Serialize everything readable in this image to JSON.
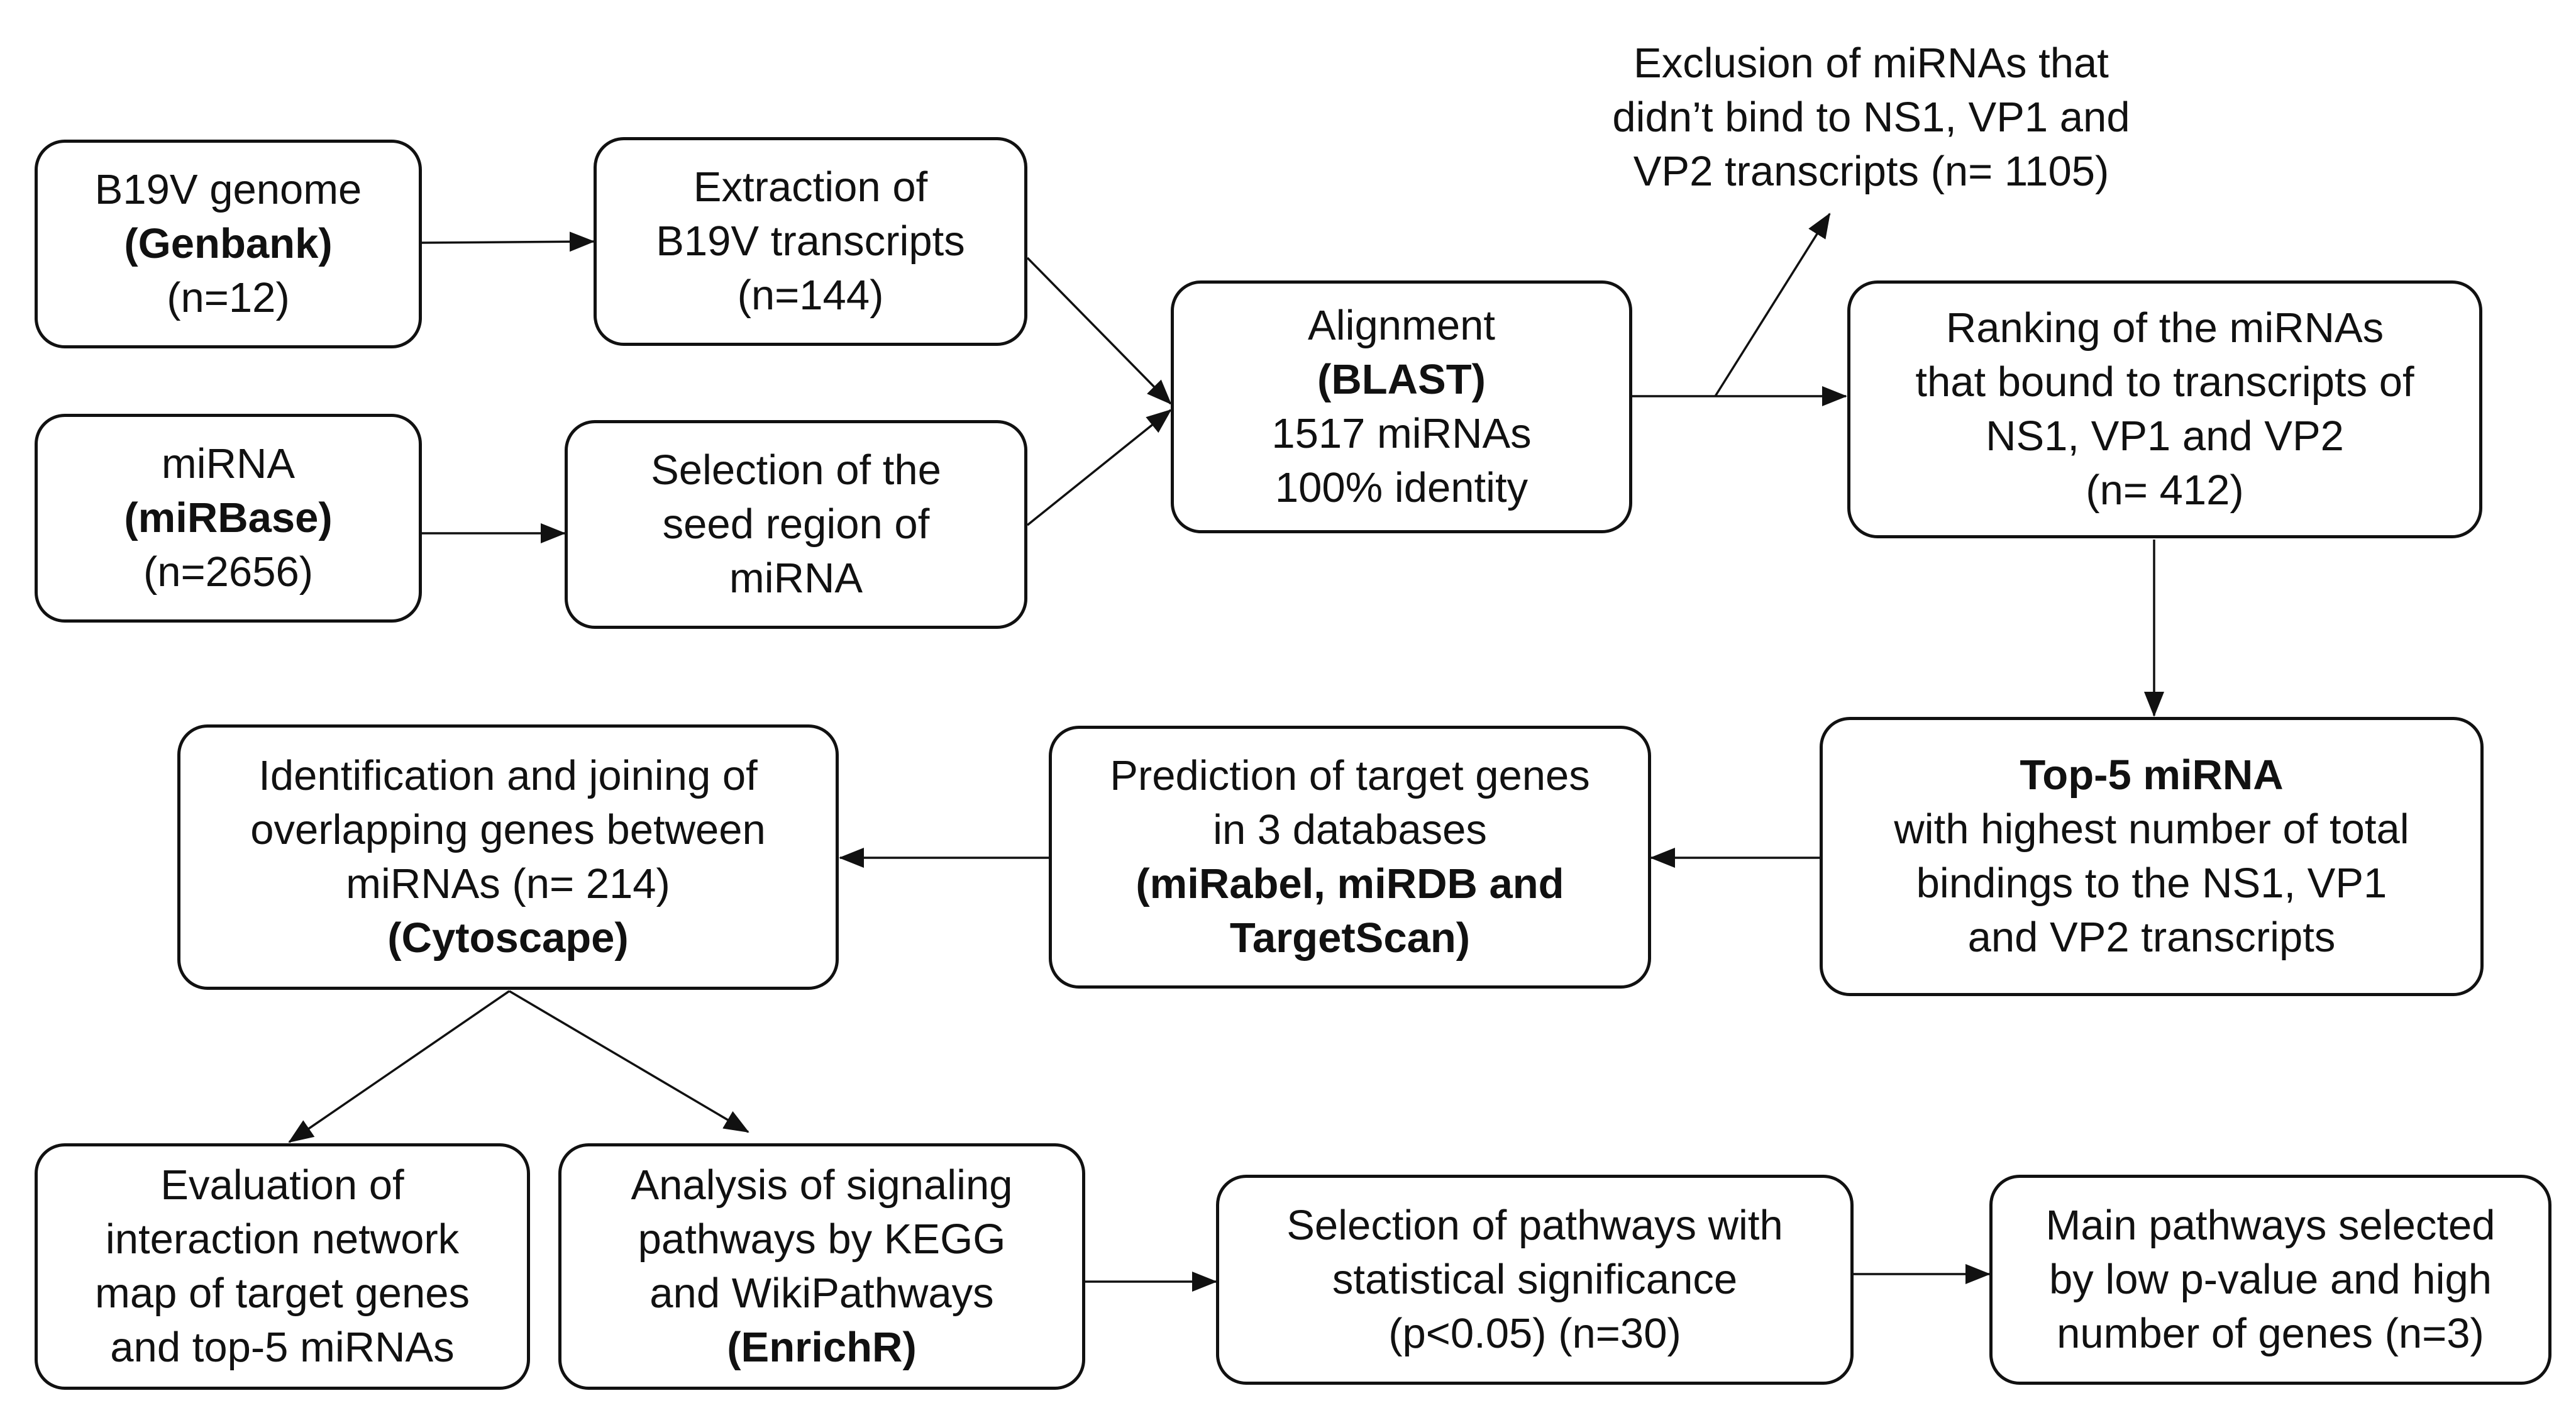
{
  "nodes": {
    "b19v_genome": [
      "B19V genome",
      "(Genbank)",
      "(n=12)"
    ],
    "extraction": [
      "Extraction of",
      "B19V transcripts",
      "(n=144)"
    ],
    "mirna": [
      "miRNA",
      "(miRBase)",
      "(n=2656)"
    ],
    "seed_selection": [
      "Selection of the",
      "seed region of",
      "miRNA"
    ],
    "alignment": [
      "Alignment",
      "(BLAST)",
      "1517 miRNAs",
      "100% identity"
    ],
    "exclusion": [
      "Exclusion of miRNAs that",
      "didn’t bind to NS1, VP1 and",
      "VP2 transcripts (n= 1105)"
    ],
    "ranking": [
      "Ranking of the miRNAs",
      "that bound to transcripts of",
      "NS1, VP1 and VP2",
      "(n= 412)"
    ],
    "top5": [
      "Top-5 miRNA",
      "with highest number of total",
      "bindings to the NS1, VP1",
      "and VP2 transcripts"
    ],
    "prediction": [
      "Prediction of target genes",
      "in 3 databases",
      "(miRabel, miRDB and",
      "TargetScan)"
    ],
    "identification": [
      "Identification and joining of",
      "overlapping genes between",
      "miRNAs (n= 214)",
      "(Cytoscape)"
    ],
    "evaluation": [
      "Evaluation of",
      "interaction network",
      "map of target genes",
      "and top-5 miRNAs"
    ],
    "analysis": [
      "Analysis of signaling",
      "pathways by KEGG",
      "and WikiPathways",
      "(EnrichR)"
    ],
    "selection_pathways": [
      "Selection of pathways with",
      "statistical significance",
      "(p<0.05) (n=30)"
    ],
    "main_pathways": [
      "Main pathways selected",
      "by low p-value and high",
      "number of genes (n=3)"
    ]
  }
}
